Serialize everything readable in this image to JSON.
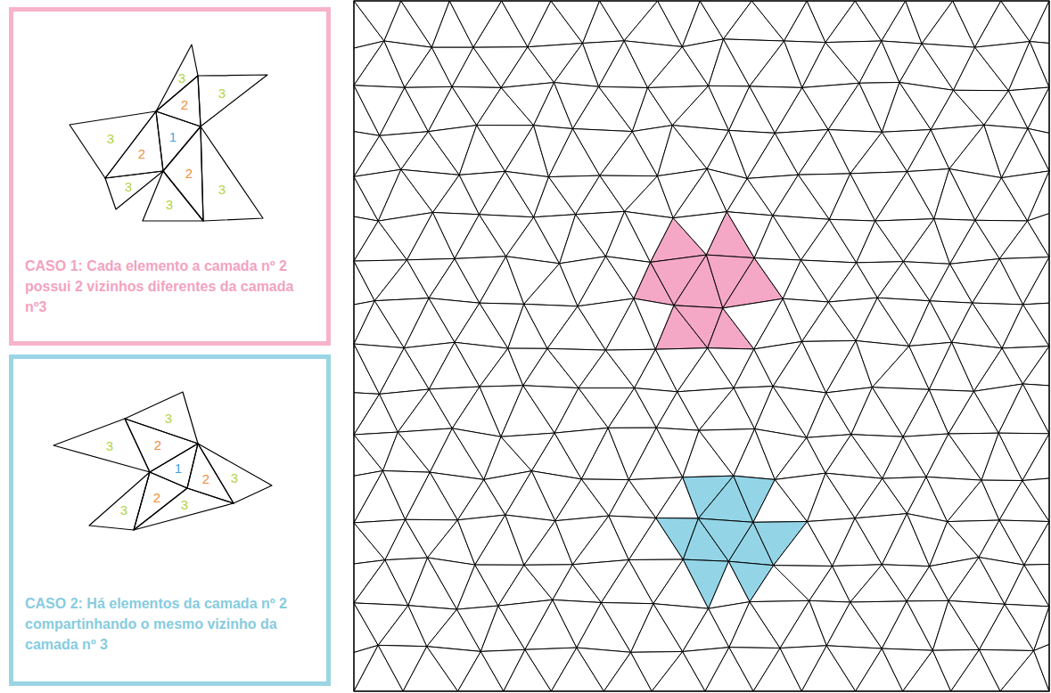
{
  "diagram": {
    "nodes": [
      {
        "text": [
          "CASO 1: Cada elemento a camada nº 2 possui 2 vizinhos diferentes da camada nº3"
        ]
      },
      {
        "text": [
          "CASO 2: Há elementos da camada nº 2 compartinhando o mesmo vizinho da camada nº 3"
        ]
      }
    ],
    "labels": [
      "3",
      "3",
      "2",
      "1",
      "3",
      "2",
      "2",
      "3",
      "3",
      "3",
      "3",
      "3",
      "2",
      "1",
      "2",
      "3",
      "2",
      "3",
      "3"
    ]
  }
}
